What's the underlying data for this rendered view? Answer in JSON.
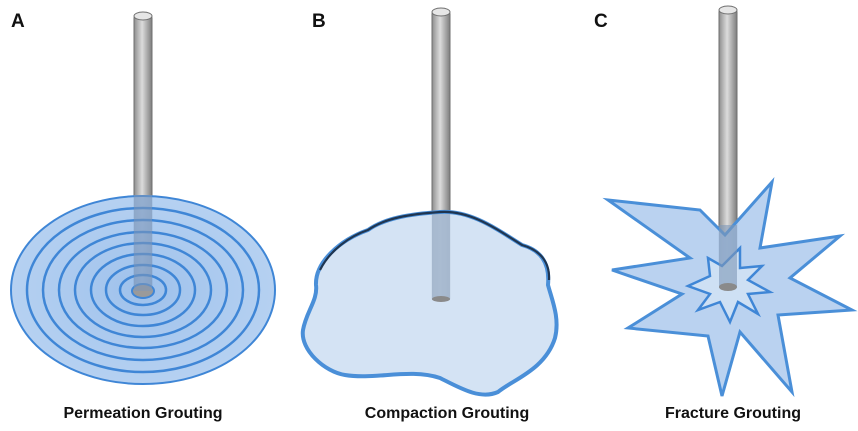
{
  "panels": [
    {
      "letter": "A",
      "caption": "Permeation Grouting"
    },
    {
      "letter": "B",
      "caption": "Compaction Grouting"
    },
    {
      "letter": "C",
      "caption": "Fracture Grouting"
    }
  ],
  "colors": {
    "grout_fill": "#cfe0f3",
    "grout_edge": "#4a8fd8",
    "ring_stroke": "#3f86d6",
    "pipe_gray": "#a9a9a9",
    "outline_dark": "#1f3550"
  },
  "icons": {
    "pipe": "vertical-injection-pipe",
    "permeation": "concentric-rings",
    "compaction": "irregular-bulb",
    "fracture": "star-burst"
  }
}
